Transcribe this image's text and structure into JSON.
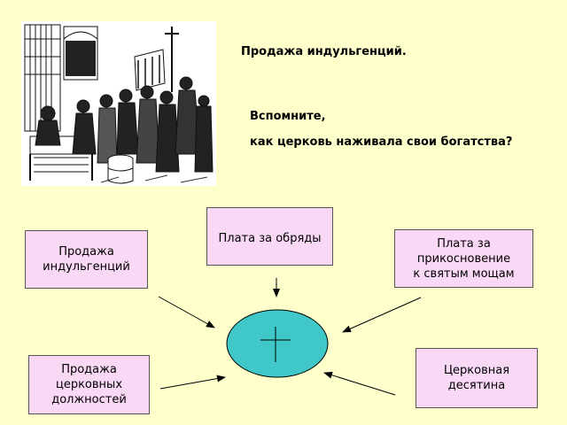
{
  "header": {
    "title": "Продажа индульгенций.",
    "question_line1": "Вспомните,",
    "question_line2": " как церковь наживала свои богатства?"
  },
  "diagram": {
    "nodes": {
      "rites": "Плата за обряды",
      "indulgences": "Продажа\nиндульгенций",
      "relics": "Плата за\nприкосновение\nк святым мощам",
      "offices": "Продажа\nцерковных\nдолжностей",
      "tithe": "Церковная\nдесятина"
    },
    "center": {
      "symbol": "cross-icon"
    }
  },
  "colors": {
    "background": "#ffffcc",
    "box_fill": "#f8d8f4",
    "center_fill": "#40c8c8"
  }
}
